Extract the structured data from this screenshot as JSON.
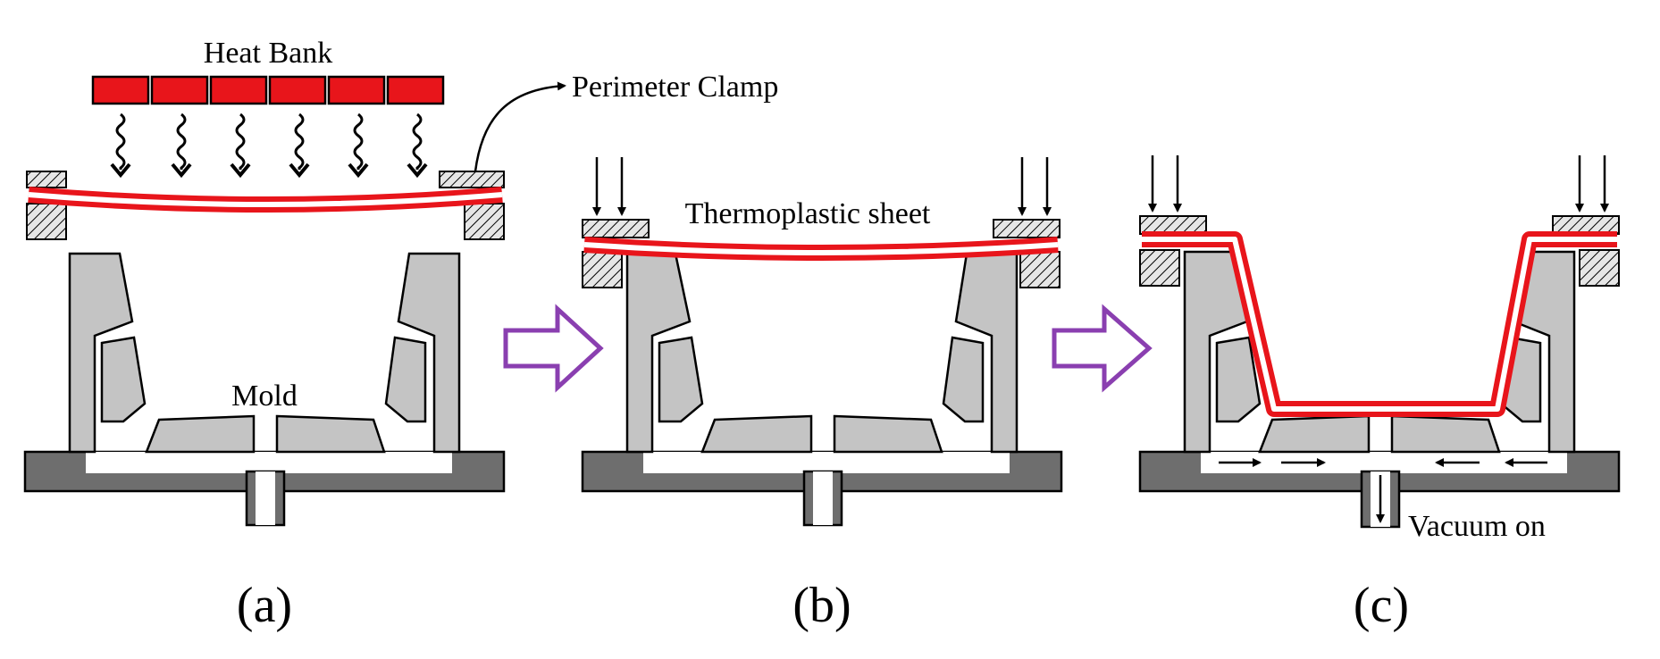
{
  "labels": {
    "heat_bank": "Heat Bank",
    "perimeter_clamp": "Perimeter Clamp",
    "mold": "Mold",
    "thermoplastic_sheet": "Thermoplastic sheet",
    "vacuum_on": "Vacuum on"
  },
  "panels": {
    "a": "(a)",
    "b": "(b)",
    "c": "(c)"
  },
  "colors": {
    "sheet": "#e8151b",
    "heater": "#e8151b",
    "mold_fill": "#c4c4c4",
    "base_fill": "#6e6e6e",
    "step_arrow": "#8a3fb0",
    "clamp_fill": "#bdbdbd"
  }
}
